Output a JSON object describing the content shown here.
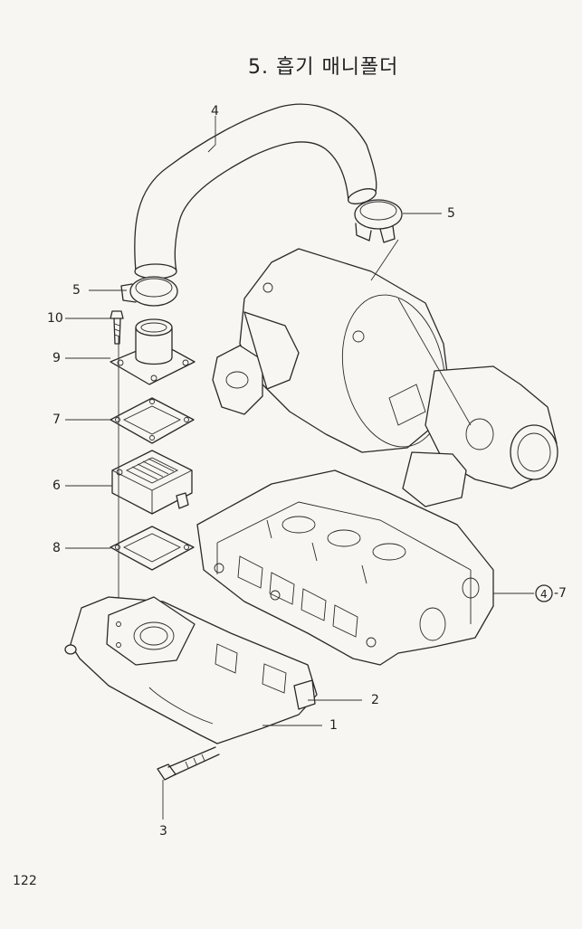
{
  "title": "5. 흡기 매니폴더",
  "page_number": "122",
  "callouts": {
    "c4_top": "4",
    "c5_right": "5",
    "c5_left": "5",
    "c10": "10",
    "c9": "9",
    "c7": "7",
    "c6": "6",
    "c8": "8",
    "c4_7_circled": "4",
    "c4_7_suffix": "-7",
    "c2": "2",
    "c1": "1",
    "c3": "3"
  }
}
